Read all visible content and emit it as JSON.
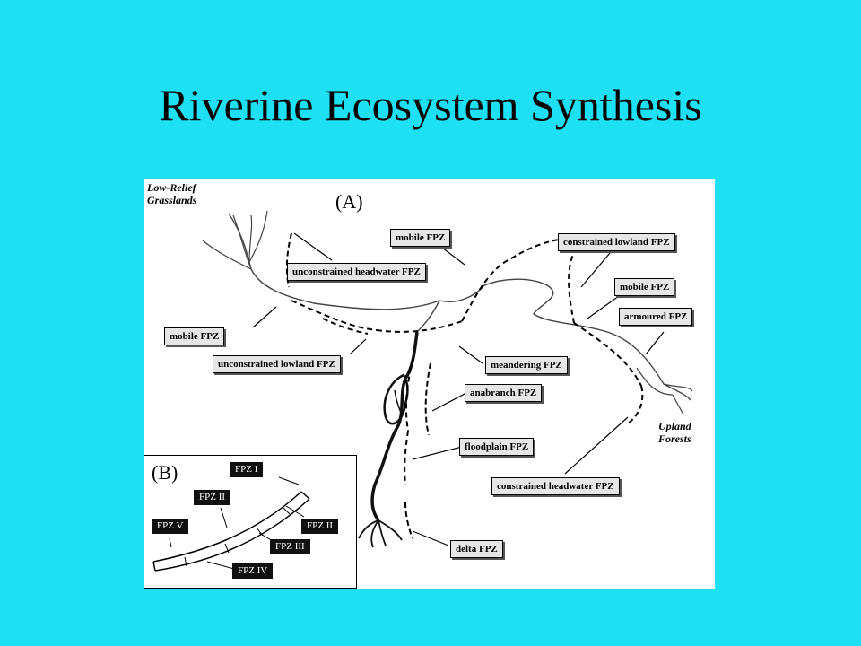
{
  "title": "Riverine Ecosystem Synthesis",
  "panels": {
    "a": "(A)",
    "b": "(B)"
  },
  "regions": {
    "grasslands": "Low-Relief\nGrasslands",
    "forests": "Upland\nForests"
  },
  "labels": [
    "mobile FPZ",
    "constrained lowland FPZ",
    "unconstrained headwater FPZ",
    "mobile FPZ",
    "armoured FPZ",
    "mobile FPZ",
    "unconstrained lowland FPZ",
    "meandering FPZ",
    "anabranch FPZ",
    "floodplain FPZ",
    "constrained headwater FPZ",
    "delta FPZ"
  ],
  "inset_labels": [
    "FPZ I",
    "FPZ II",
    "FPZ V",
    "FPZ II",
    "FPZ III",
    "FPZ IV"
  ]
}
